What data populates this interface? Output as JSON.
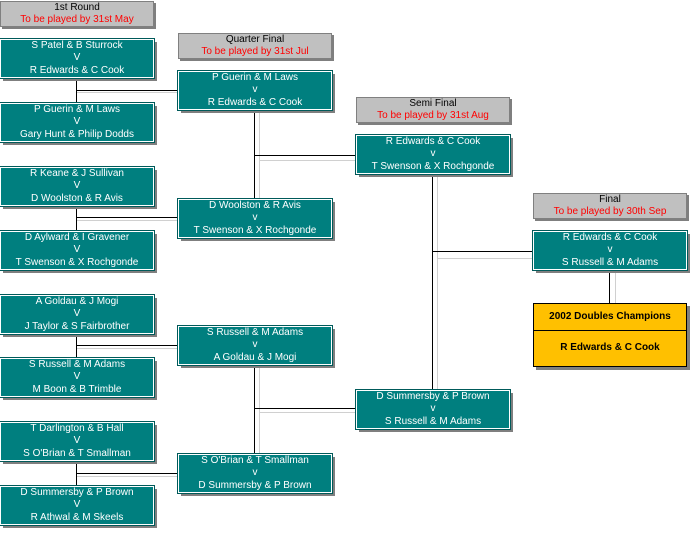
{
  "rounds": {
    "round1": {
      "title": "1st Round",
      "deadline": "To be played by 31st May"
    },
    "quarter": {
      "title": "Quarter Final",
      "deadline": "To be played by 31st Jul"
    },
    "semi": {
      "title": "Semi Final",
      "deadline": "To be played by 31st Aug"
    },
    "final": {
      "title": "Final",
      "deadline": "To be played by 30th Sep"
    }
  },
  "vs": "V",
  "vs_lower": "v",
  "r1": [
    {
      "a": "S Patel & B Sturrock",
      "b": "R Edwards & C Cook"
    },
    {
      "a": "P Guerin & M Laws",
      "b": "Gary Hunt & Philip Dodds"
    },
    {
      "a": "R Keane & J Sullivan",
      "b": "D Woolston & R Avis"
    },
    {
      "a": "D Aylward & I Gravener",
      "b": "T Swenson & X Rochgonde"
    },
    {
      "a": "A Goldau & J Mogi",
      "b": "J Taylor & S Fairbrother"
    },
    {
      "a": "S Russell & M Adams",
      "b": "M Boon & B Trimble"
    },
    {
      "a": "T Darlington & B Hall",
      "b": "S O'Brian & T Smallman"
    },
    {
      "a": "D Summersby & P Brown",
      "b": "R Athwal & M Skeels"
    }
  ],
  "qf": [
    {
      "a": "P Guerin & M Laws",
      "b": "R Edwards & C Cook"
    },
    {
      "a": "D Woolston & R Avis",
      "b": "T Swenson & X Rochgonde"
    },
    {
      "a": "S Russell & M Adams",
      "b": "A Goldau & J Mogi"
    },
    {
      "a": "S O'Brian & T Smallman",
      "b": "D Summersby & P Brown"
    }
  ],
  "sf": [
    {
      "a": "R Edwards & C Cook",
      "b": "T Swenson & X Rochgonde"
    },
    {
      "a": "D Summersby & P Brown",
      "b": "S Russell & M Adams"
    }
  ],
  "final": {
    "a": "R Edwards & C Cook",
    "b": "S Russell & M Adams"
  },
  "champions": {
    "title": "2002 Doubles Champions",
    "winner": "R Edwards & C Cook"
  },
  "colors": {
    "match_bg": "#007f7f",
    "header_bg": "#c0c0c0",
    "deadline": "#ff0000",
    "champion_bg": "#ffc000"
  }
}
